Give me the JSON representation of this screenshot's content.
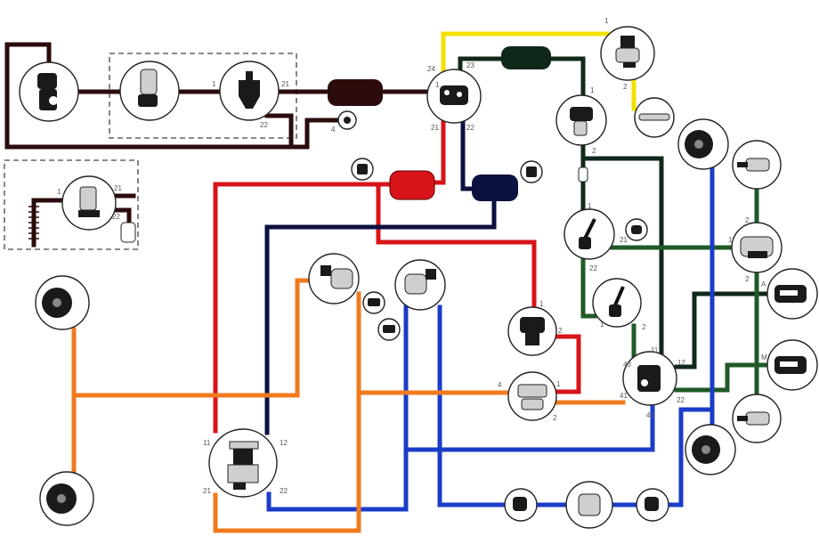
{
  "colors": {
    "supply_maroon": "#2b0b0b",
    "circuit_red": "#d8141a",
    "circuit_navy": "#0d1140",
    "brake_blue": "#1a3cc8",
    "trailer_orange": "#f07a1e",
    "parking_green": "#1f5a26",
    "dark_green": "#10281a",
    "aux_yellow": "#f2e200"
  },
  "port_labels": [
    "1",
    "21",
    "22",
    "4",
    "24",
    "23",
    "1",
    "21",
    "22",
    "1",
    "2",
    "1",
    "2",
    "1",
    "21",
    "22",
    "2",
    "1",
    "2",
    "A",
    "M",
    "1",
    "2",
    "4",
    "1",
    "2",
    "1",
    "2",
    "43",
    "11",
    "12",
    "41",
    "42",
    "22",
    "11",
    "12",
    "21",
    "22",
    "1",
    "21",
    "22"
  ]
}
